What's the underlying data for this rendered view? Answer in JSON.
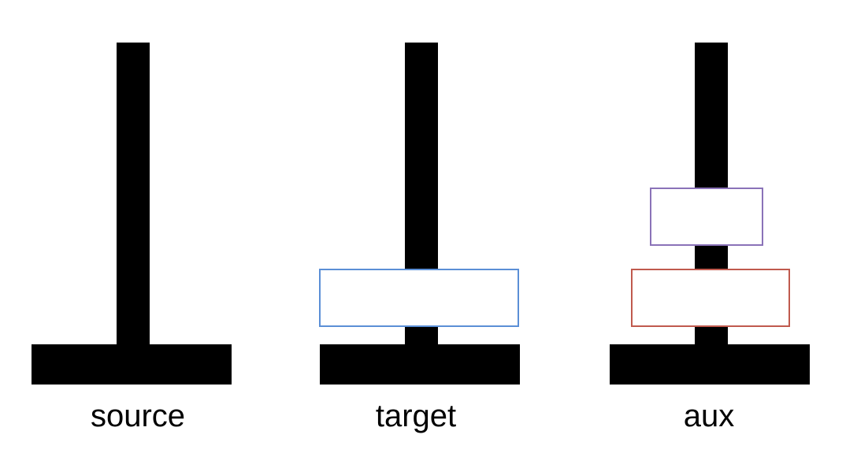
{
  "pegs": [
    {
      "id": "source",
      "label": "source",
      "disks": []
    },
    {
      "id": "target",
      "label": "target",
      "disks": [
        {
          "name": "large-disk",
          "color": "#5b8fd6"
        }
      ]
    },
    {
      "id": "aux",
      "label": "aux",
      "disks": [
        {
          "name": "medium-disk",
          "color": "#c05a4e"
        },
        {
          "name": "small-disk",
          "color": "#8a72b8"
        }
      ]
    }
  ],
  "colors": {
    "peg": "#000000",
    "background": "#ffffff"
  }
}
